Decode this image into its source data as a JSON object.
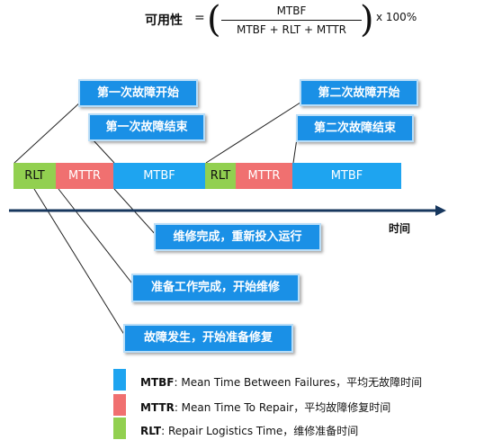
{
  "formula": {
    "label": "可用性",
    "equals": "=",
    "numerator": "MTBF",
    "denominator": "MTBF + RLT + MTTR",
    "multiplier": "x 100%"
  },
  "callouts": {
    "first_start": "第一次故障开始",
    "first_end": "第一次故障结束",
    "second_start": "第二次故障开始",
    "second_end": "第二次故障结束",
    "repair_done": "维修完成，重新投入运行",
    "prep_done": "准备工作完成，开始维修",
    "fault_occurs": "故障发生，开始准备修复"
  },
  "timeline": {
    "segments": [
      "RLT",
      "MTTR",
      "MTBF",
      "RLT",
      "MTTR",
      "MTBF"
    ],
    "axis_label": "时间"
  },
  "legend": [
    {
      "term": "MTBF",
      "desc": ": Mean Time Between Failures，平均无故障时间",
      "color": "#1ea4f0"
    },
    {
      "term": "MTTR",
      "desc": ": Mean Time To Repair，平均故障修复时间",
      "color": "#f07070"
    },
    {
      "term": "RLT",
      "desc": ": Repair Logistics Time，维修准备时间",
      "color": "#92d050"
    }
  ]
}
